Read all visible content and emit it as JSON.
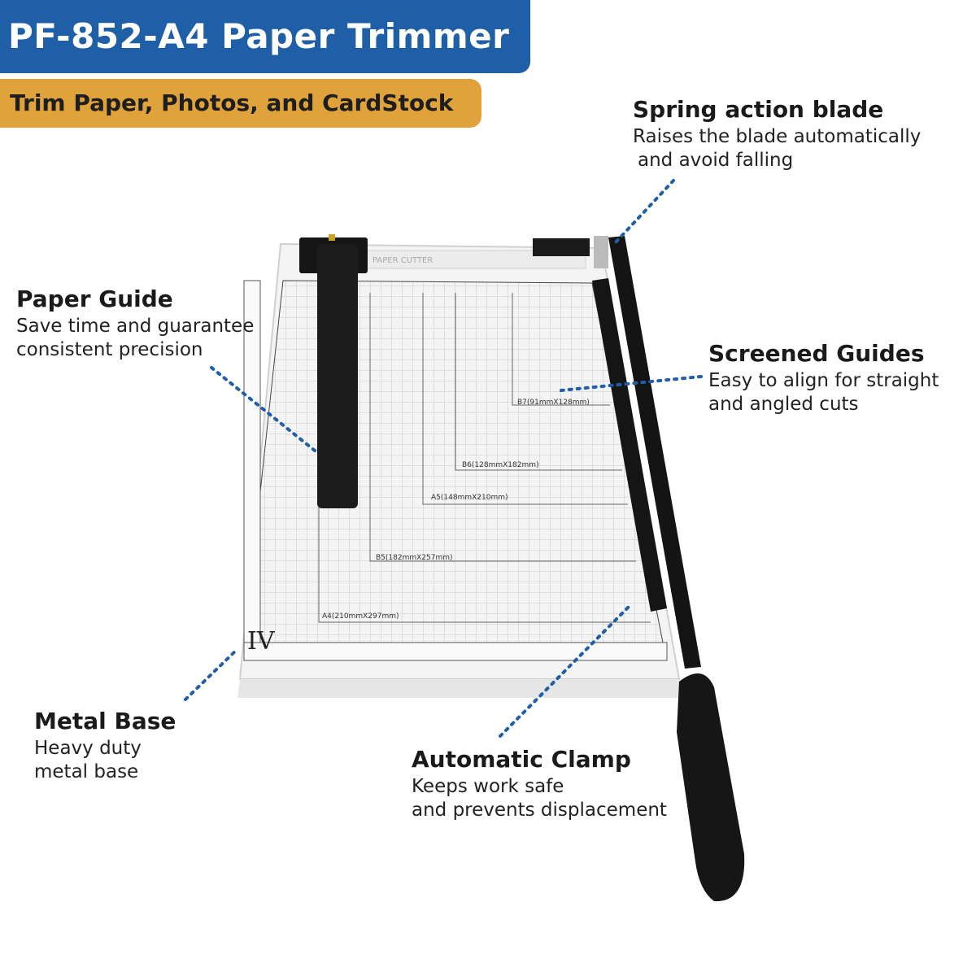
{
  "banner": {
    "title": "PF-852-A4 Paper Trimmer",
    "subtitle": "Trim Paper, Photos, and CardStock",
    "title_bg": "#1f5fa8",
    "subtitle_bg": "#e0a23a"
  },
  "callouts": {
    "spring": {
      "heading": "Spring action blade",
      "line1": "Raises the blade automatically",
      "line2": "and avoid falling"
    },
    "guide": {
      "heading": "Paper Guide",
      "line1": "Save time and guarantee",
      "line2": "consistent precision"
    },
    "screened": {
      "heading": "Screened Guides",
      "line1": "Easy to align for straight",
      "line2": "and angled cuts"
    },
    "base": {
      "heading": "Metal Base",
      "line1": "Heavy duty",
      "line2": "metal base"
    },
    "clamp": {
      "heading": "Automatic Clamp",
      "line1": "Keeps work safe",
      "line2": "and prevents displacement"
    }
  },
  "board": {
    "model_mark": "IV",
    "brand_text": "PAPER CUTTER",
    "size_labels": {
      "b7": "B7(91mmX128mm)",
      "b6": "B6(128mmX182mm)",
      "a5": "A5(148mmX210mm)",
      "b5": "B5(182mmX257mm)",
      "a4": "A4(210mmX297mm)"
    }
  },
  "colors": {
    "dotted_line": "#1f5fa8",
    "handle": "#1a1a1a"
  }
}
